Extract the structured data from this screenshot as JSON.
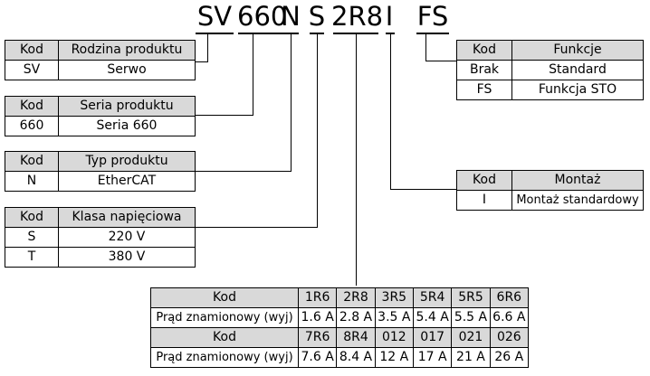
{
  "code": {
    "segments": [
      "SV",
      "660",
      "N",
      "S",
      "2R8",
      "I",
      "FS"
    ]
  },
  "tables": {
    "product_family": {
      "head": [
        "Kod",
        "Rodzina produktu"
      ],
      "rows": [
        [
          "SV",
          "Serwo"
        ]
      ]
    },
    "product_series": {
      "head": [
        "Kod",
        "Seria produktu"
      ],
      "rows": [
        [
          "660",
          "Seria 660"
        ]
      ]
    },
    "product_type": {
      "head": [
        "Kod",
        "Typ produktu"
      ],
      "rows": [
        [
          "N",
          "EtherCAT"
        ]
      ]
    },
    "voltage_class": {
      "head": [
        "Kod",
        "Klasa napięciowa"
      ],
      "rows": [
        [
          "S",
          "220 V"
        ],
        [
          "T",
          "380 V"
        ]
      ]
    },
    "functions": {
      "head": [
        "Kod",
        "Funkcje"
      ],
      "rows": [
        [
          "Brak",
          "Standard"
        ],
        [
          "FS",
          "Funkcja STO"
        ]
      ]
    },
    "mounting": {
      "head": [
        "Kod",
        "Montaż"
      ],
      "rows": [
        [
          "I",
          "Montaż standardowy"
        ]
      ]
    },
    "rated_current": {
      "blocks": [
        {
          "head": [
            "Kod",
            "1R6",
            "2R8",
            "3R5",
            "5R4",
            "5R5",
            "6R6"
          ],
          "row": [
            "Prąd znamionowy (wyj)",
            "1.6 A",
            "2.8 A",
            "3.5 A",
            "5.4 A",
            "5.5 A",
            "6.6 A"
          ]
        },
        {
          "head": [
            "Kod",
            "7R6",
            "8R4",
            "012",
            "017",
            "021",
            "026"
          ],
          "row": [
            "Prąd znamionowy (wyj)",
            "7.6 A",
            "8.4 A",
            "12 A",
            "17 A",
            "21 A",
            "26 A"
          ]
        }
      ]
    }
  }
}
